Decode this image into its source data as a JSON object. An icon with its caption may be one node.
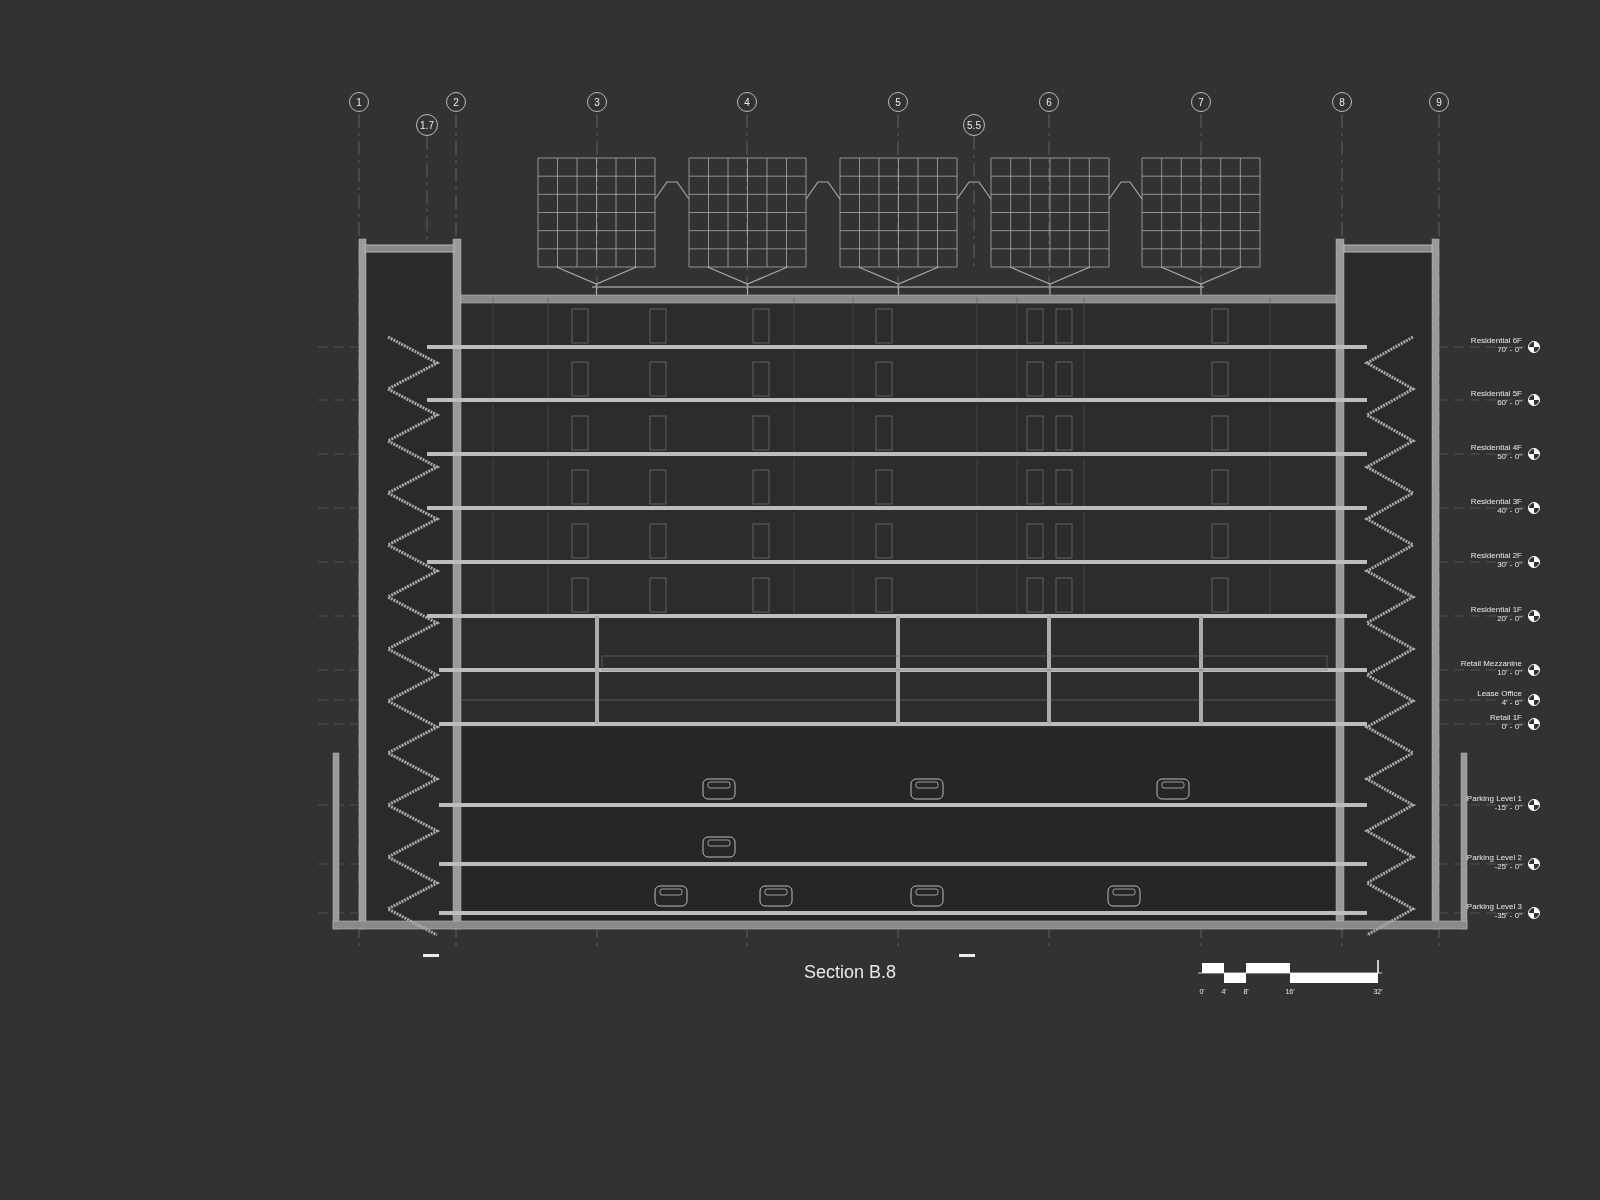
{
  "diagram": {
    "title": "Section B.8",
    "labels": [
      "1",
      "2",
      "3",
      "4",
      "5",
      "6",
      "7",
      "8",
      "9",
      "1.7",
      "5.5",
      "Residential 6F",
      "70' - 0\"",
      "Residential 5F",
      "60' - 0\"",
      "Residential 4F",
      "50' - 0\"",
      "Residential 3F",
      "40' - 0\"",
      "Residential 2F",
      "30' - 0\"",
      "Residential 1F",
      "20' - 0\"",
      "Retail Mezzanine",
      "10' - 0\"",
      "Lease Office",
      "4' - 6\"",
      "Retail 1F",
      "0' - 0\"",
      "Parking Level 1",
      "-15' - 0\"",
      "Parking Level 2",
      "-25' - 0\"",
      "Parking Level 3",
      "-35' - 0\"",
      "0'",
      "4'",
      "8'",
      "16'",
      "32'"
    ]
  }
}
